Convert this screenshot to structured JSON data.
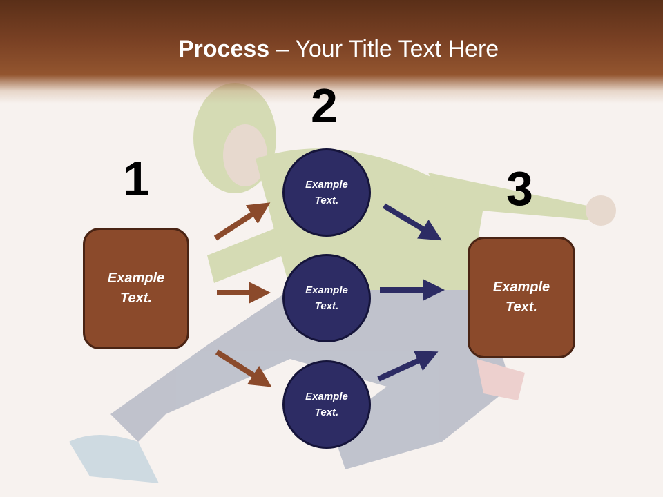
{
  "title": {
    "bold": "Process",
    "rest": " – Your Title Text Here"
  },
  "numbers": {
    "one": "1",
    "two": "2",
    "three": "3"
  },
  "left_box": {
    "line1": "Example",
    "line2": "Text."
  },
  "circles": [
    {
      "line1": "Example",
      "line2": "Text."
    },
    {
      "line1": "Example",
      "line2": "Text."
    },
    {
      "line1": "Example",
      "line2": "Text."
    }
  ],
  "right_box": {
    "line1": "Example",
    "line2": "Text."
  },
  "colors": {
    "brown": "#8b4a2b",
    "navy": "#2d2c64",
    "arrow_brown": "#8b4a2b",
    "arrow_navy": "#2d2c64"
  }
}
